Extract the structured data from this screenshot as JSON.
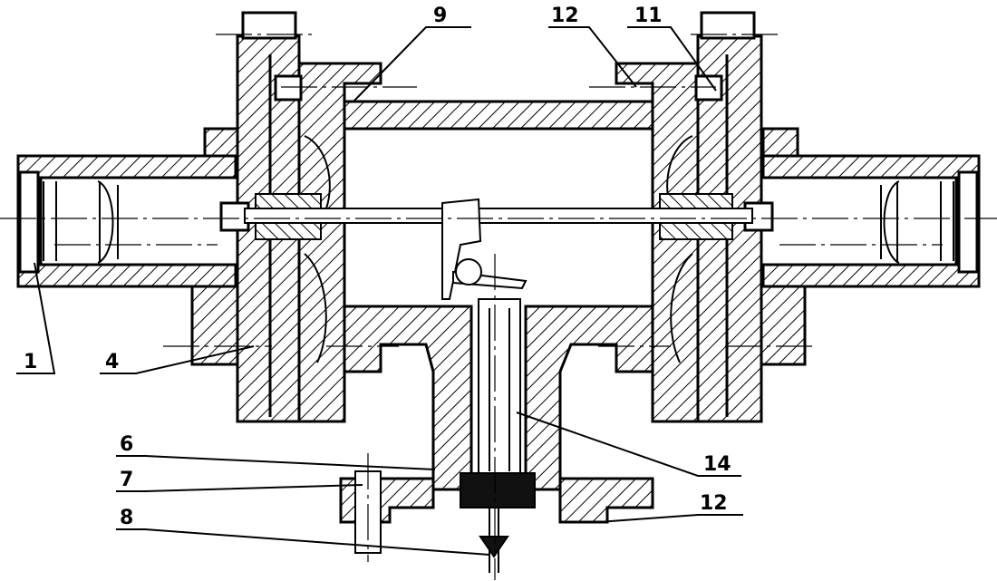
{
  "drawing": {
    "description_colors": {
      "ink": "#000000",
      "paper": "#ffffff"
    },
    "callouts": [
      {
        "id": "c1",
        "text": "1"
      },
      {
        "id": "c4",
        "text": "4"
      },
      {
        "id": "c6",
        "text": "6"
      },
      {
        "id": "c7",
        "text": "7"
      },
      {
        "id": "c8",
        "text": "8"
      },
      {
        "id": "c9",
        "text": "9"
      },
      {
        "id": "c11",
        "text": "11"
      },
      {
        "id": "c12a",
        "text": "12"
      },
      {
        "id": "c12b",
        "text": "12"
      },
      {
        "id": "c14",
        "text": "14"
      }
    ]
  }
}
